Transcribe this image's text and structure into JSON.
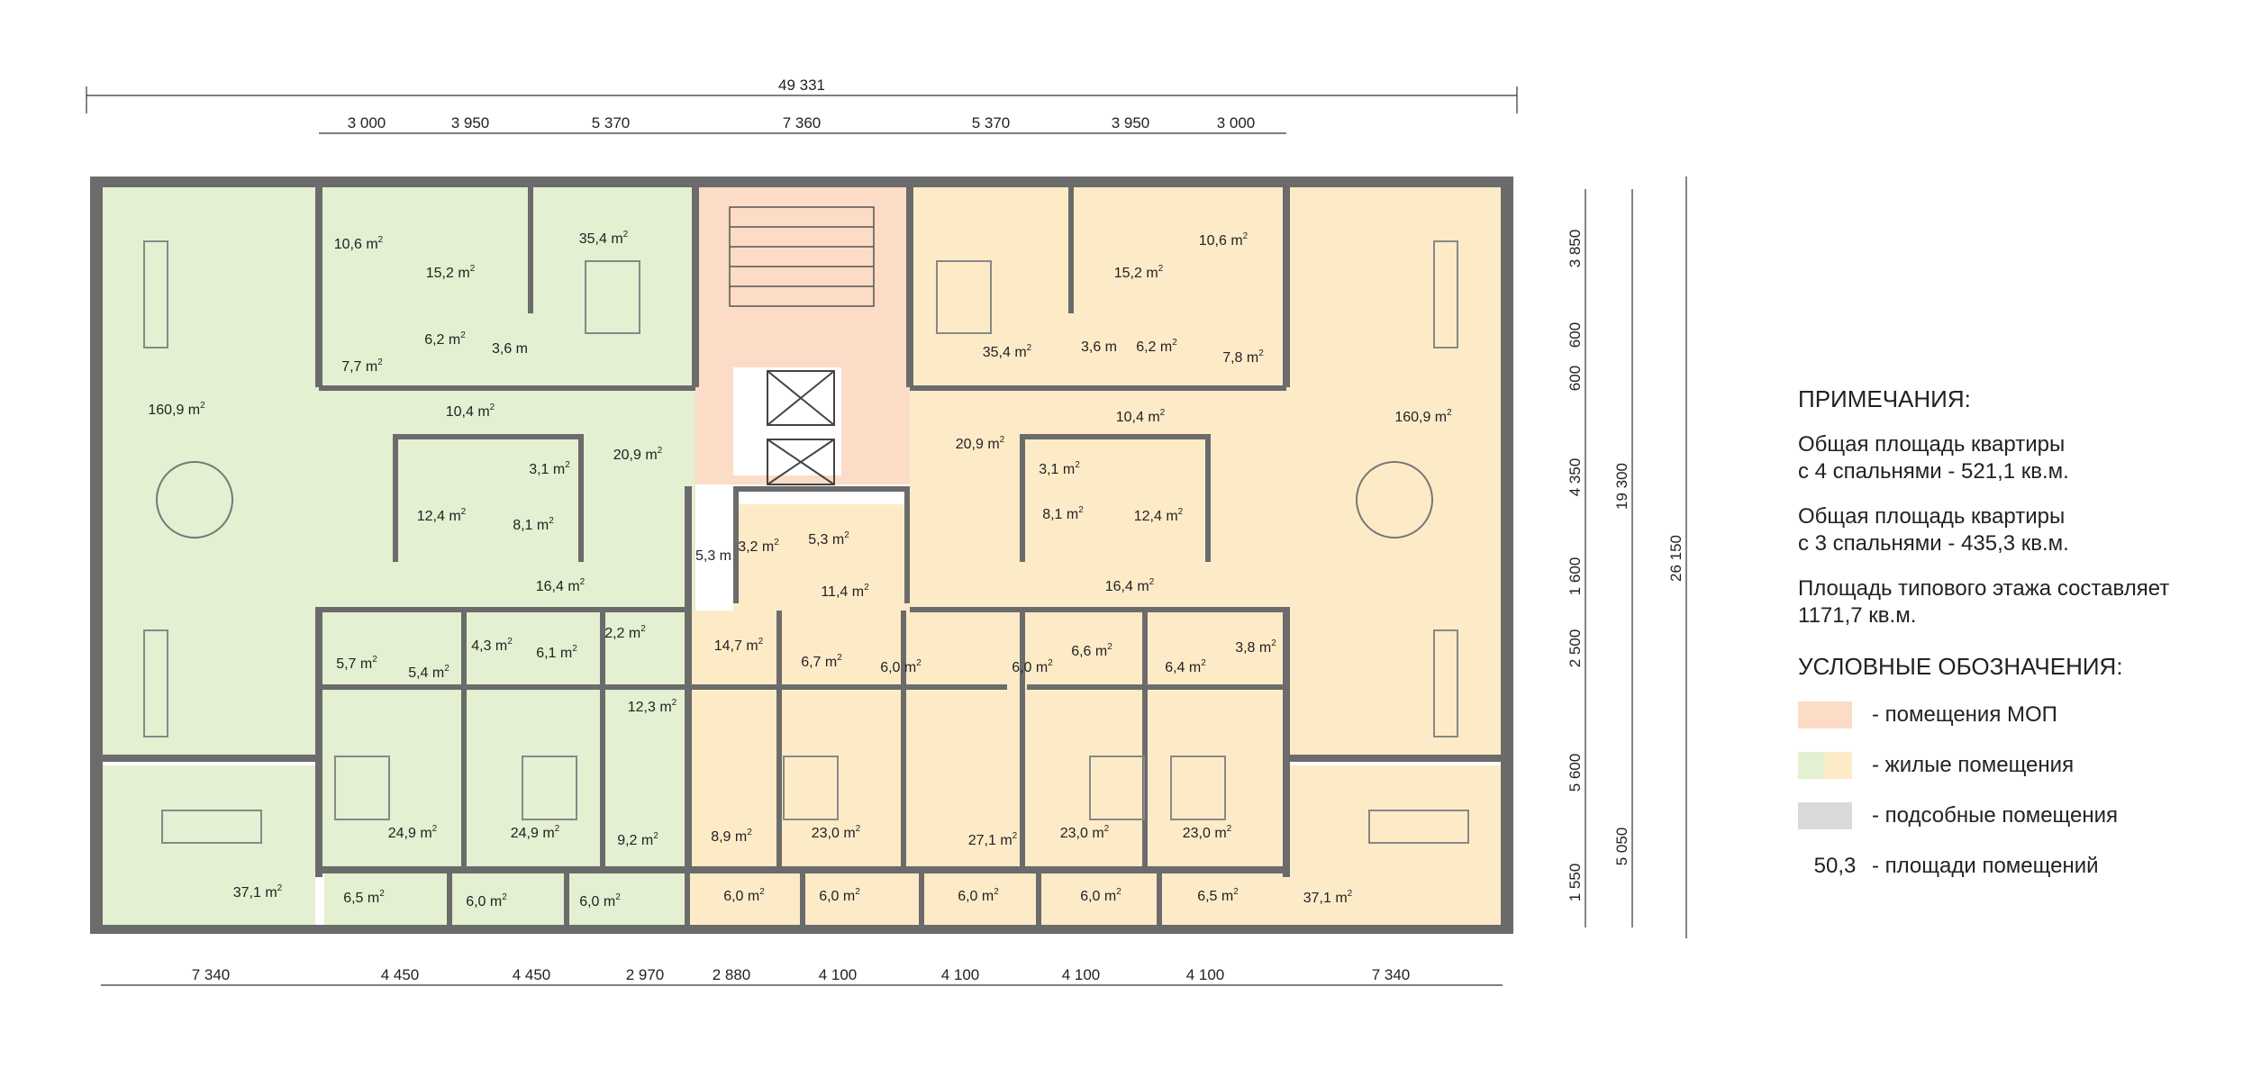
{
  "colors": {
    "mop": "#fcdcc6",
    "green": "#e3f0d1",
    "orange": "#fdebc8",
    "service": "#d9d9d9",
    "wall": "#6b6b6b",
    "dim_line": "#333333"
  },
  "dims": {
    "top_total": "49 331",
    "top": [
      "3 000",
      "3 950",
      "5 370",
      "7 360",
      "5 370",
      "3 950",
      "3 000"
    ],
    "bottom": [
      "7 340",
      "4 450",
      "4 450",
      "2 970",
      "2 880",
      "4 100",
      "4 100",
      "4 100",
      "4 100",
      "7 340"
    ],
    "right_inner": [
      "3 850",
      "600",
      "600",
      "4 350",
      "1 600",
      "2 500",
      "5 600",
      "1 550"
    ],
    "right_mid": [
      "19 300",
      "5 050"
    ],
    "right_outer": "26 150"
  },
  "rooms": {
    "g_living": "160,9 m",
    "g_bath1": "10,6 m",
    "g_dress1": "15,2 m",
    "g_bed1": "35,4 m",
    "g_hall_a": "6,2 m",
    "g_wc_a": "3,6 m",
    "g_bath2": "7,7 m",
    "g_corr1": "10,4 m",
    "g_room2": "20,9 m",
    "g_wc_b": "3,1 m",
    "g_room3": "12,4 m",
    "g_room4": "8,1 m",
    "g_corr2": "16,4 m",
    "g_hall_b": "5,3 m",
    "g_bath3": "5,7 m",
    "g_room5": "5,4 m",
    "g_room6": "4,3 m",
    "g_room7": "6,1 m",
    "g_wc_c": "2,2 m",
    "g_room8": "12,3 m",
    "g_bed2": "24,9 m",
    "g_bed3": "24,9 m",
    "g_room9": "9,2 m",
    "g_terrace": "37,1 m",
    "g_loggia1": "6,5 m",
    "g_loggia2": "6,0 m",
    "g_loggia3": "6,0 m",
    "m_room1": "3,2 m",
    "m_room2": "5,3 m",
    "m_hall": "11,4 m",
    "o_living": "160,9 m",
    "o_bath1": "10,6 m",
    "o_dress1": "15,2 m",
    "o_bed1": "35,4 m",
    "o_wc_a": "3,6 m",
    "o_hall_a": "6,2 m",
    "o_bath2": "7,8 m",
    "o_corr1": "10,4 m",
    "o_room2": "20,9 m",
    "o_wc_b": "3,1 m",
    "o_room4": "8,1 m",
    "o_room3": "12,4 m",
    "o_corr2": "16,4 m",
    "o_room5": "14,7 m",
    "o_room6": "6,7 m",
    "o_room7": "6,0 m",
    "o_room8": "6,0 m",
    "o_room9": "6,6 m",
    "o_room10": "6,4 m",
    "o_room11": "3,8 m",
    "o_room12": "8,9 m",
    "o_bed2": "23,0 m",
    "o_bed3": "27,1 m",
    "o_bed4": "23,0 m",
    "o_bed5": "23,0 m",
    "o_terrace": "37,1 m",
    "o_loggia1": "6,0 m",
    "o_loggia2": "6,0 m",
    "o_loggia3": "6,0 m",
    "o_loggia4": "6,0 m",
    "o_loggia5": "6,5 m",
    "sup": "2"
  },
  "legend": {
    "title": "ПРИМЕЧАНИЯ:",
    "note1_line1": "Общая площадь квартиры",
    "note1_line2": "с 4 спальнями - 521,1 кв.м.",
    "note2_line1": "Общая площадь квартиры",
    "note2_line2": "с 3 спальнями - 435,3 кв.м.",
    "note3_line1": "Площадь типового этажа составляет",
    "note3_line2": "1171,7 кв.м.",
    "heading": "УСЛОВНЫЕ ОБОЗНАЧЕНИЯ:",
    "item_mop": "- помещения МОП",
    "item_living": "- жилые помещения",
    "item_service": "- подсобные помещения",
    "item_area_num": "50,3",
    "item_area": "- площади помещений"
  }
}
